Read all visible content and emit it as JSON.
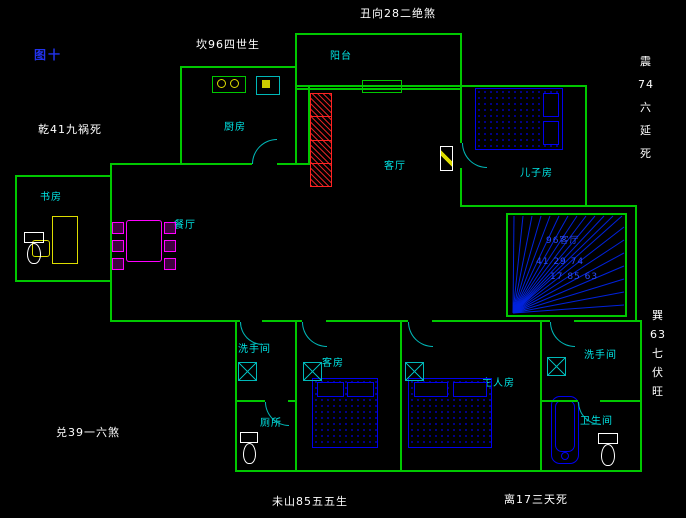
{
  "figure_label": "图十",
  "annotations": {
    "chou": "丑向28二绝煞",
    "kan": "坎96四世生",
    "qian": "乾41九祸死",
    "zhen": "震\n74\n六\n延\n死",
    "xun": "巽\n63\n七\n伏\n旺",
    "dui": "兑39一六煞",
    "wei": "未山85五五生",
    "li": "离17三天死"
  },
  "rooms": {
    "balcony": "阳台",
    "kitchen": "厨房",
    "living": "客厅",
    "son": "儿子房",
    "study": "书房",
    "dining": "餐厅",
    "washroom_left": "洗手间",
    "guest": "客房",
    "master": "主人房",
    "washroom_right": "洗手间",
    "toilet": "厕所",
    "bathroom": "卫生间"
  },
  "stairs": {
    "line1": "96客厅",
    "line2": "41 29 74",
    "line3": "17 85 63"
  },
  "colors": {
    "wall": "#00c800",
    "room_label": "#00e5e5",
    "annotation": "#ffffff",
    "furniture_blue": "#0000ee",
    "sofa_red": "#ff2222",
    "dining_magenta": "#ff00ff",
    "figure_blue": "#2233ee"
  }
}
